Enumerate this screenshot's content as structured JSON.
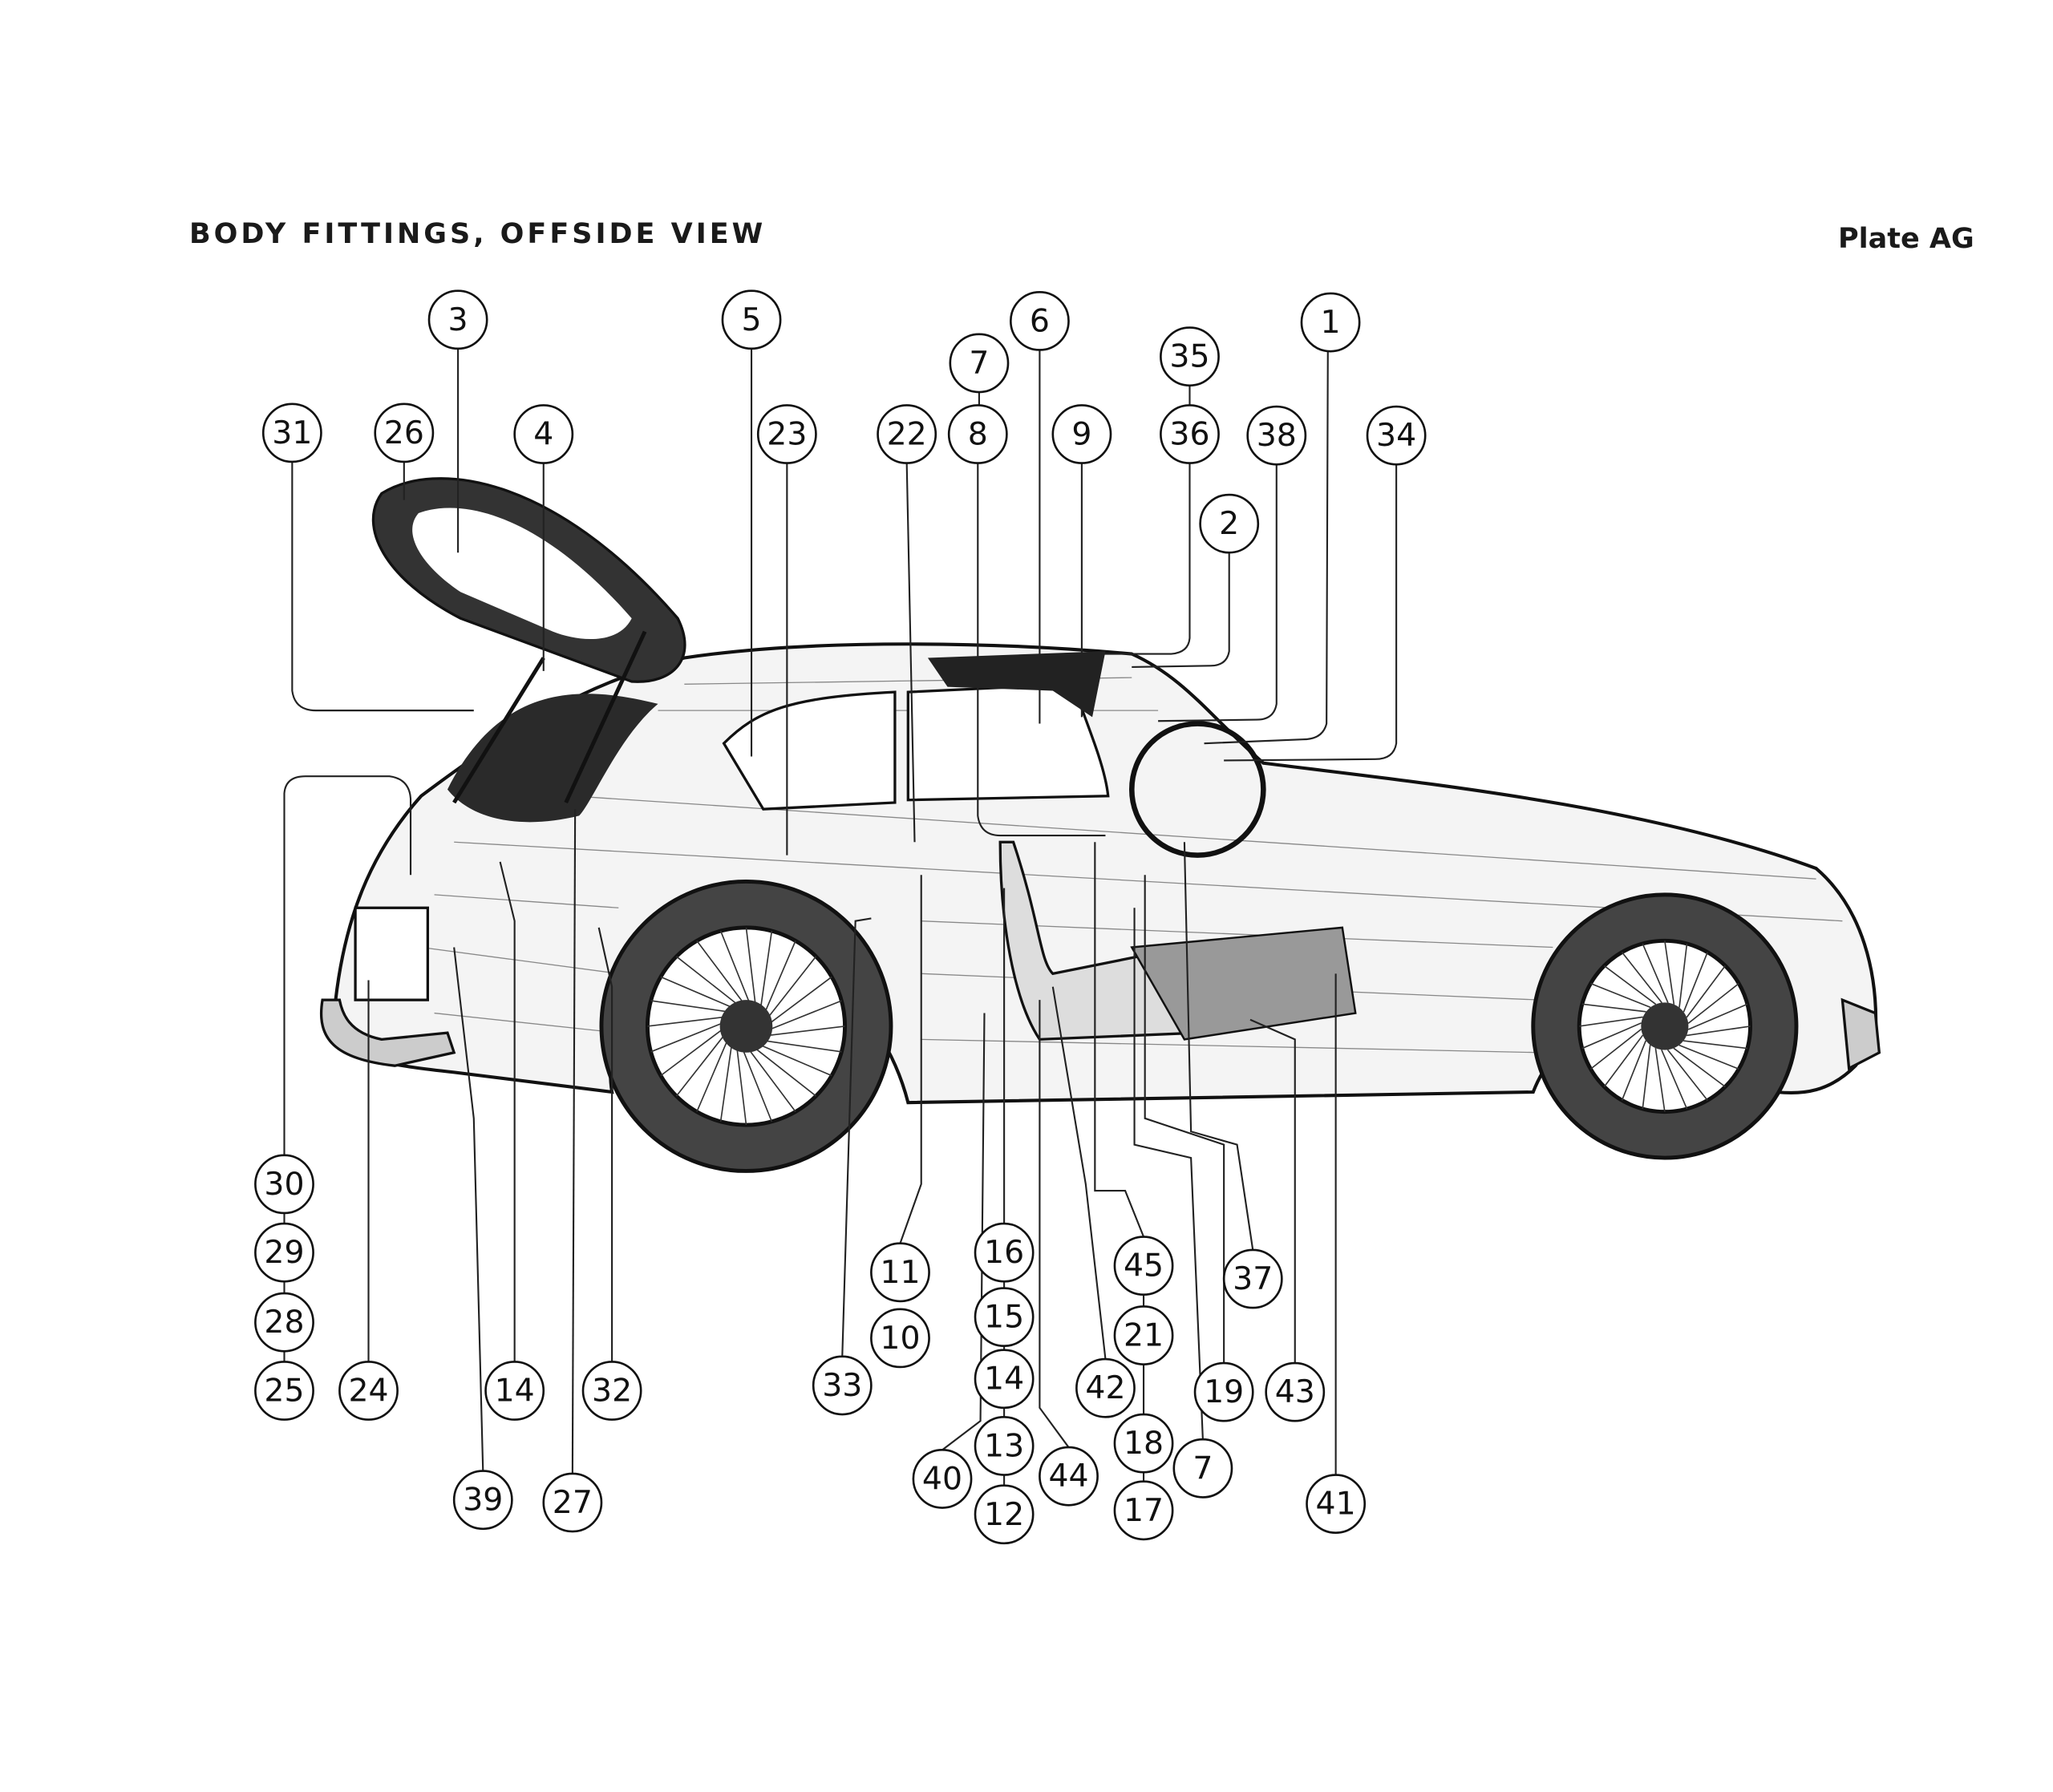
{
  "header": {
    "title": "BODY  FITTINGS,  OFFSIDE  VIEW",
    "plate": "Plate AG"
  },
  "callouts": [
    "3",
    "5",
    "6",
    "1",
    "7",
    "35",
    "31",
    "26",
    "4",
    "23",
    "22",
    "8",
    "9",
    "36",
    "38",
    "34",
    "2",
    "30",
    "29",
    "28",
    "25",
    "24",
    "14",
    "32",
    "33",
    "11",
    "10",
    "16",
    "15",
    "14",
    "13",
    "12",
    "40",
    "44",
    "45",
    "21",
    "18",
    "17",
    "42",
    "7",
    "37",
    "19",
    "43",
    "41",
    "39",
    "27"
  ]
}
